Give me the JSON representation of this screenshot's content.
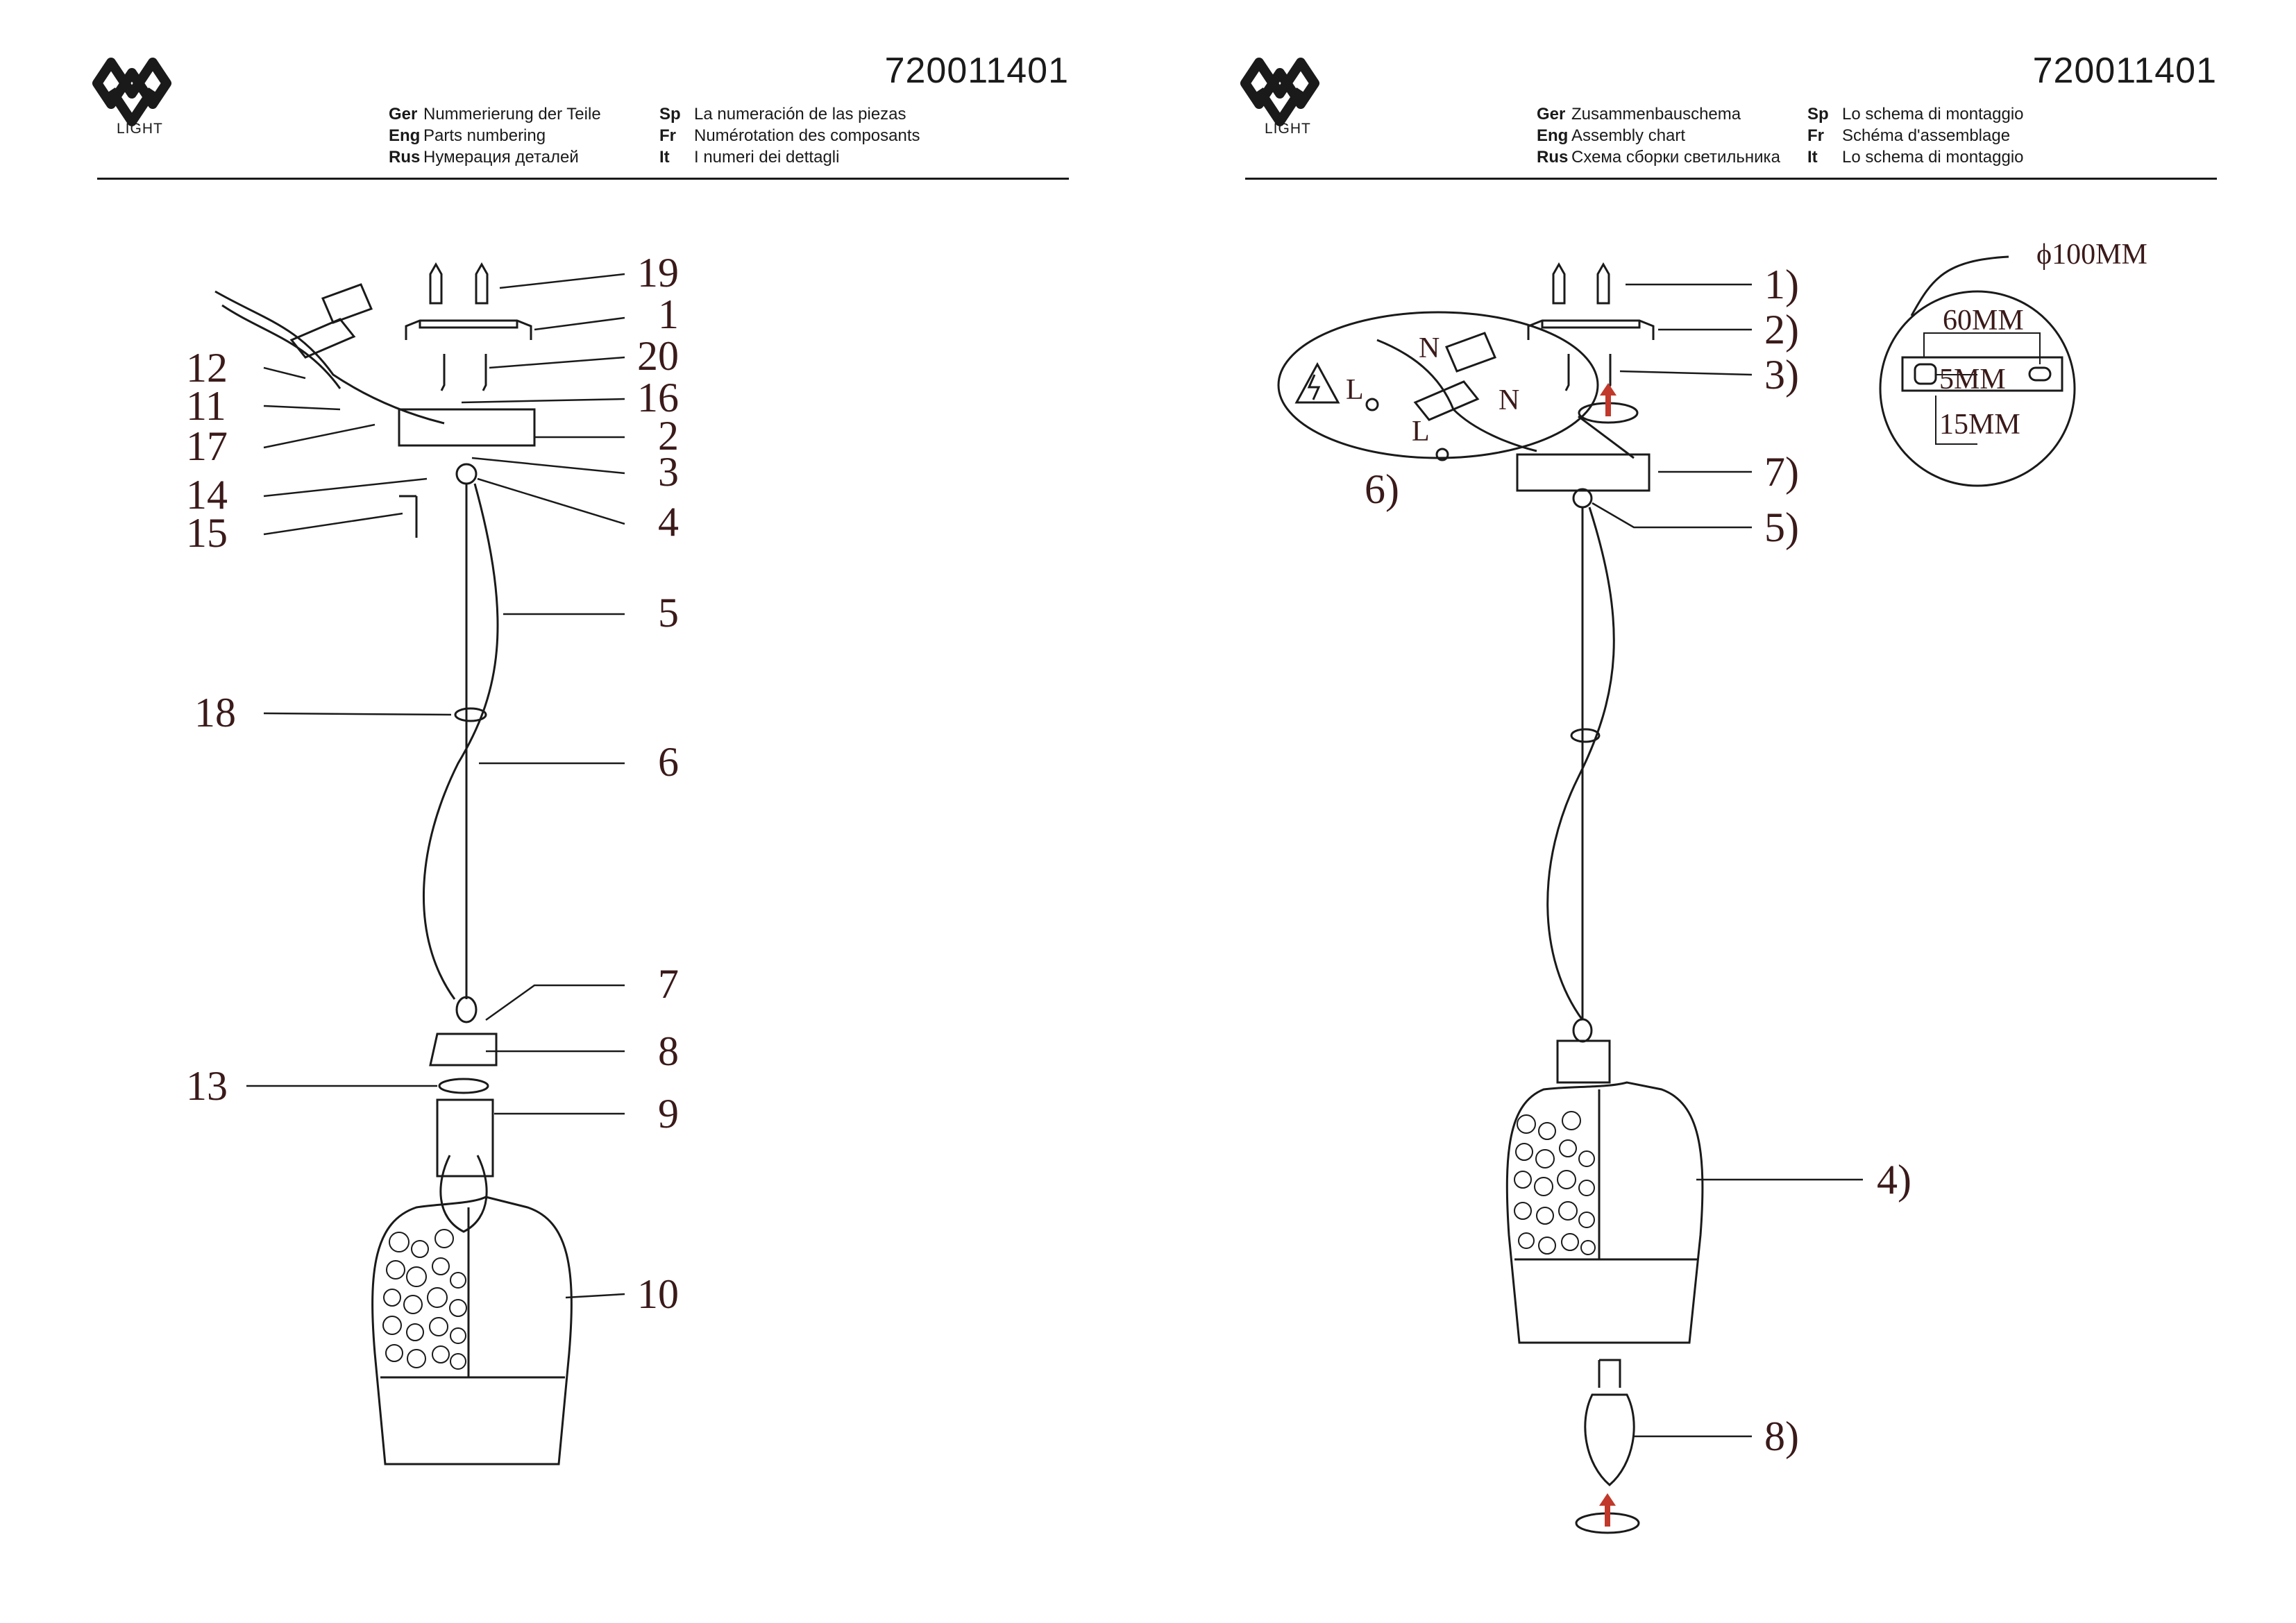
{
  "brand": {
    "logo_text": "LIGHT",
    "color": "#1a1a1a"
  },
  "pages": [
    {
      "doc_number": "720011401",
      "header_left": [
        {
          "code": "Ger",
          "text": "Nummerierung der Teile"
        },
        {
          "code": "Eng",
          "text": "Parts numbering"
        },
        {
          "code": "Rus",
          "text": "Нумерация деталей"
        }
      ],
      "header_right": [
        {
          "code": "Sp",
          "text": "La numeración de las piezas"
        },
        {
          "code": "Fr",
          "text": "Numérotation des composants"
        },
        {
          "code": "It",
          "text": "I numeri dei dettagli"
        }
      ],
      "labels": [
        "19",
        "1",
        "20",
        "16",
        "2",
        "3",
        "4",
        "12",
        "11",
        "17",
        "14",
        "15",
        "5",
        "18",
        "6",
        "7",
        "8",
        "13",
        "9",
        "10"
      ]
    },
    {
      "doc_number": "720011401",
      "header_left": [
        {
          "code": "Ger",
          "text": "Zusammenbauschema"
        },
        {
          "code": "Eng",
          "text": "Assembly chart"
        },
        {
          "code": "Rus",
          "text": "Схема сборки светильника"
        }
      ],
      "header_right": [
        {
          "code": "Sp",
          "text": "Lo schema di montaggio"
        },
        {
          "code": "Fr",
          "text": "Schéma d'assemblage"
        },
        {
          "code": "It",
          "text": "Lo schema di montaggio"
        }
      ],
      "labels": [
        "1)",
        "2)",
        "3)",
        "7)",
        "5)",
        "6)",
        "4)",
        "8)"
      ],
      "wiring": {
        "n": "N",
        "l": "L"
      },
      "dimensions": {
        "diameter": "ϕ100MM",
        "spacing": "60MM",
        "slot": "5MM",
        "depth": "15MM"
      }
    }
  ]
}
